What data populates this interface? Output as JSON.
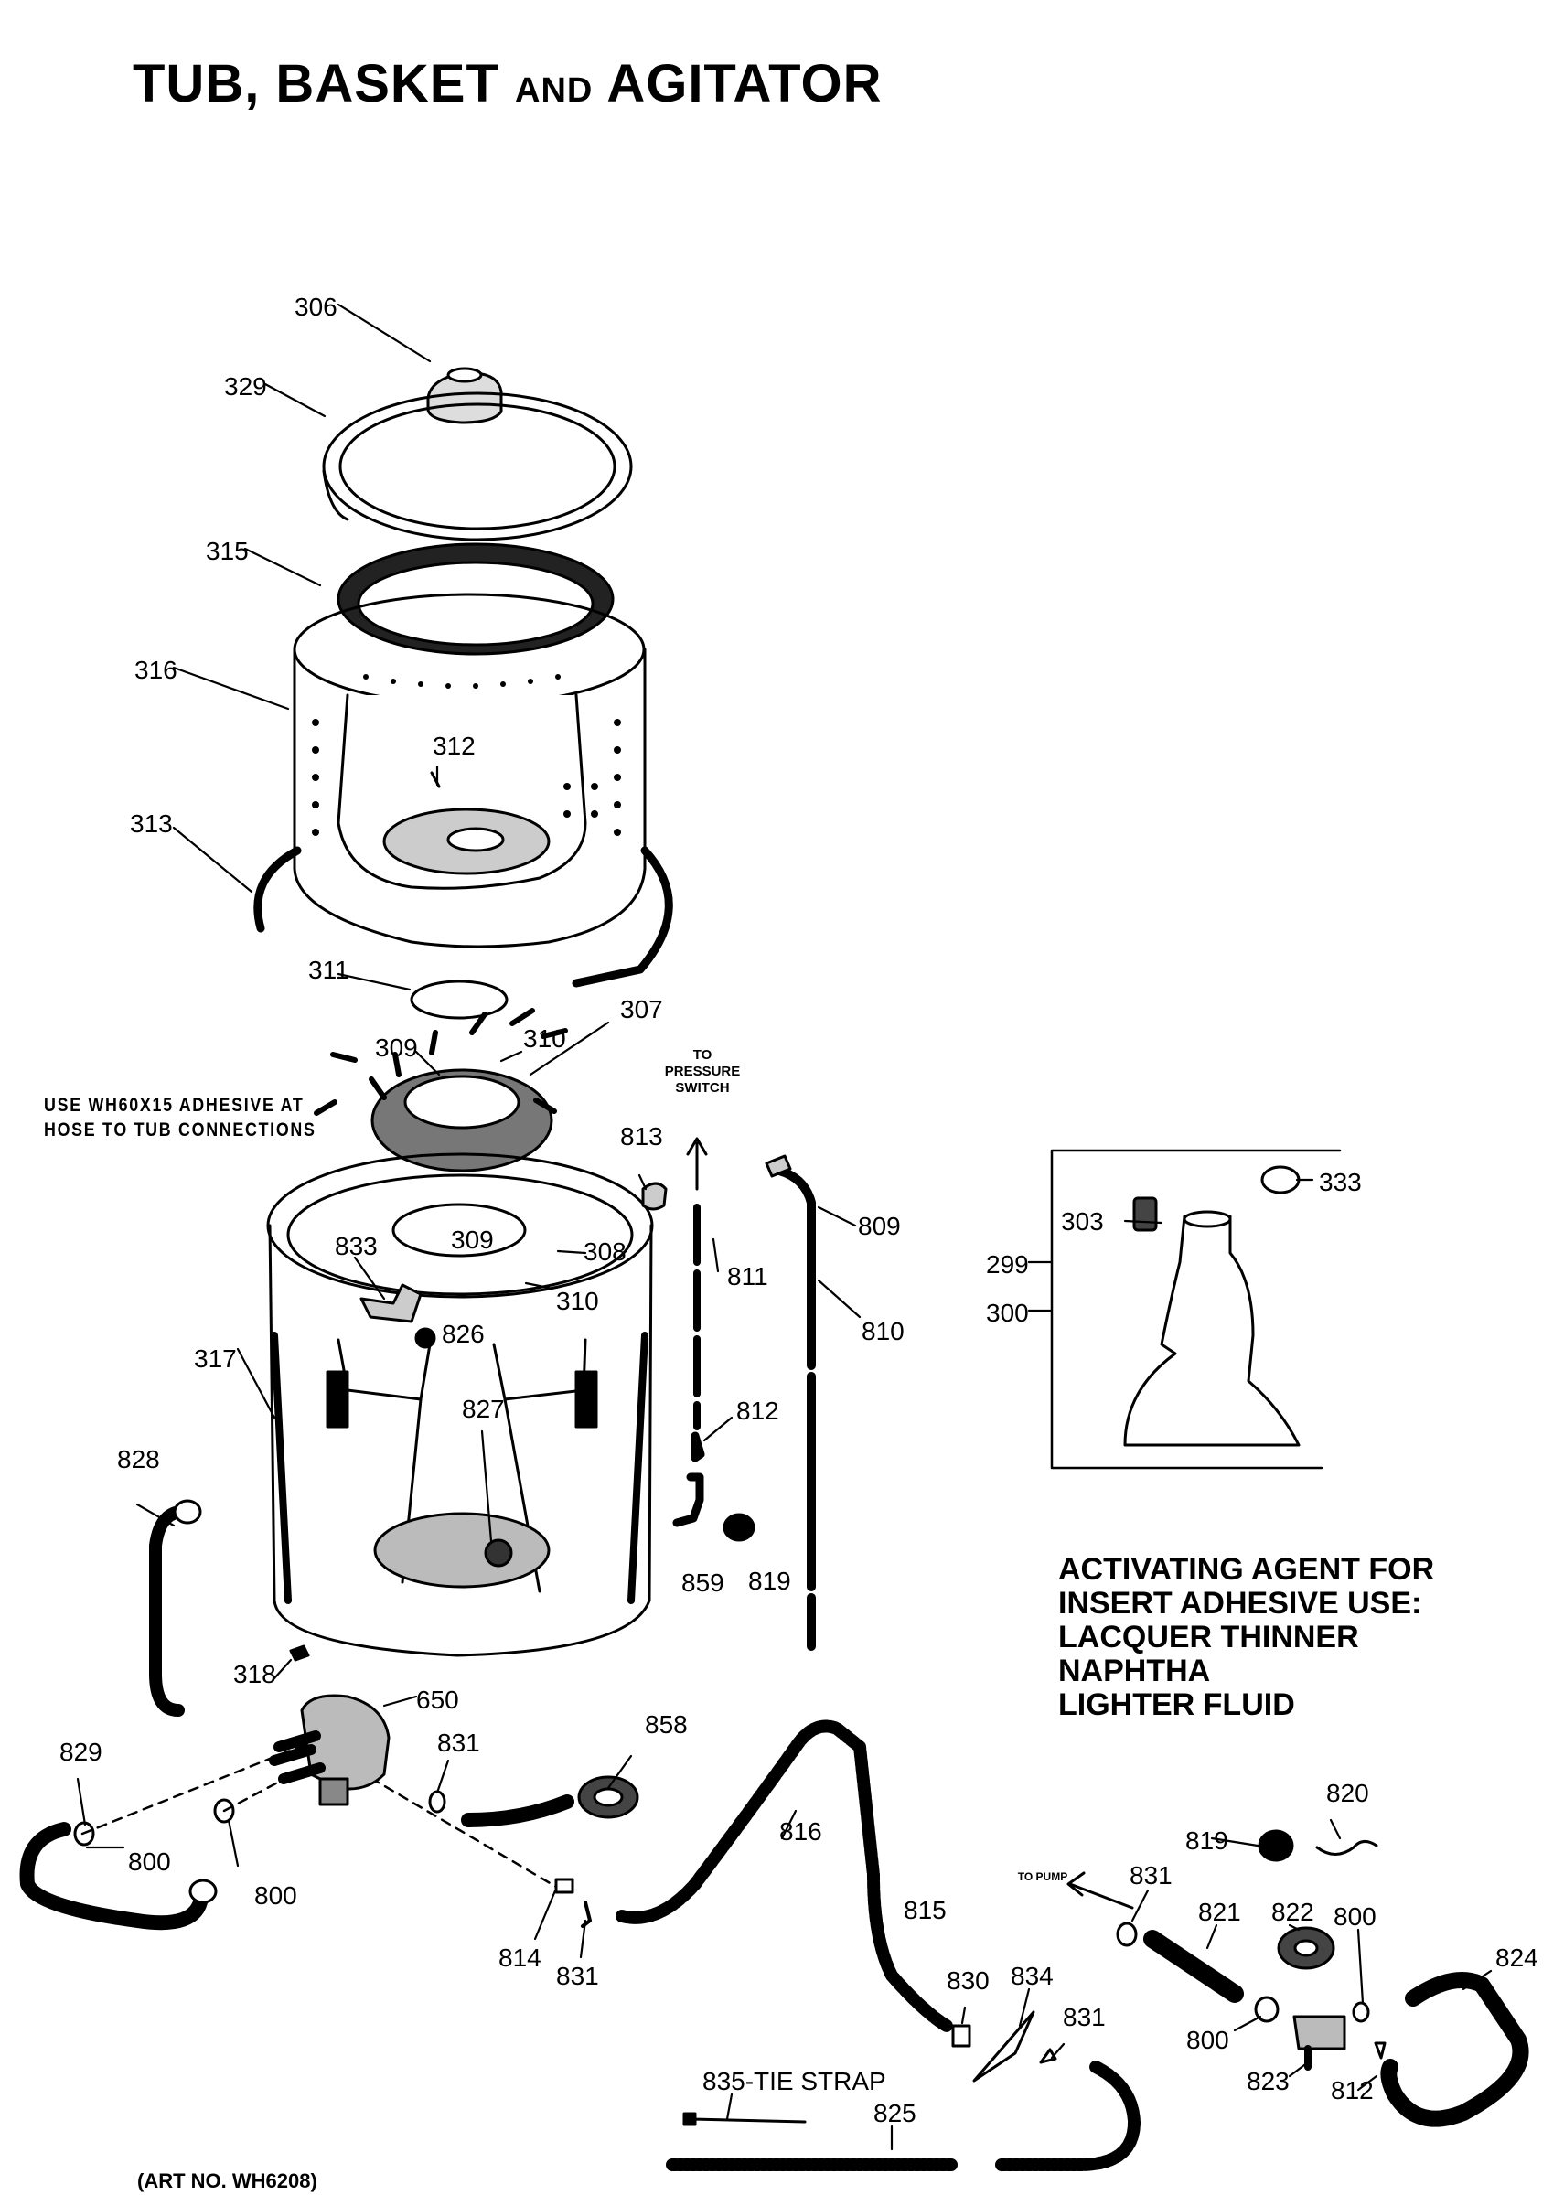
{
  "title": {
    "main": "TUB, BASKET",
    "and": "AND",
    "tail": "AGITATOR"
  },
  "notes": {
    "adhesive_line1": "USE WH60X15 ADHESIVE AT",
    "adhesive_line2": "HOSE TO TUB CONNECTIONS",
    "to_pressure_switch_1": "TO",
    "to_pressure_switch_2": "PRESSURE",
    "to_pressure_switch_3": "SWITCH",
    "to_pump": "TO PUMP",
    "agent_line1": "ACTIVATING AGENT FOR",
    "agent_line2": "INSERT ADHESIVE USE:",
    "agent_line3": "LACQUER THINNER",
    "agent_line4": "NAPHTHA",
    "agent_line5": "LIGHTER FLUID",
    "art_no": "(ART NO. WH6208)"
  },
  "parts": {
    "p306": "306",
    "p329": "329",
    "p315": "315",
    "p316": "316",
    "p312": "312",
    "p313": "313",
    "p311": "311",
    "p307": "307",
    "p309a": "309",
    "p310a": "310",
    "p813": "813",
    "p809": "809",
    "p811": "811",
    "p810": "810",
    "p833": "833",
    "p309b": "309",
    "p308": "308",
    "p310b": "310",
    "p826": "826",
    "p317": "317",
    "p827": "827",
    "p812a": "812",
    "p828": "828",
    "p859": "859",
    "p819a": "819",
    "p333": "333",
    "p303": "303",
    "p299": "299",
    "p300": "300",
    "p318": "318",
    "p650": "650",
    "p858": "858",
    "p829": "829",
    "p831a": "831",
    "p800a": "800",
    "p800b": "800",
    "p816": "816",
    "p820": "820",
    "p819b": "819",
    "p831b": "831",
    "p815": "815",
    "p821": "821",
    "p822": "822",
    "p800c": "800",
    "p824": "824",
    "p814": "814",
    "p831c": "831",
    "p830": "830",
    "p834": "834",
    "p831d": "831",
    "p835": "835-TIE STRAP",
    "p800d": "800",
    "p823": "823",
    "p812b": "812",
    "p825": "825"
  }
}
